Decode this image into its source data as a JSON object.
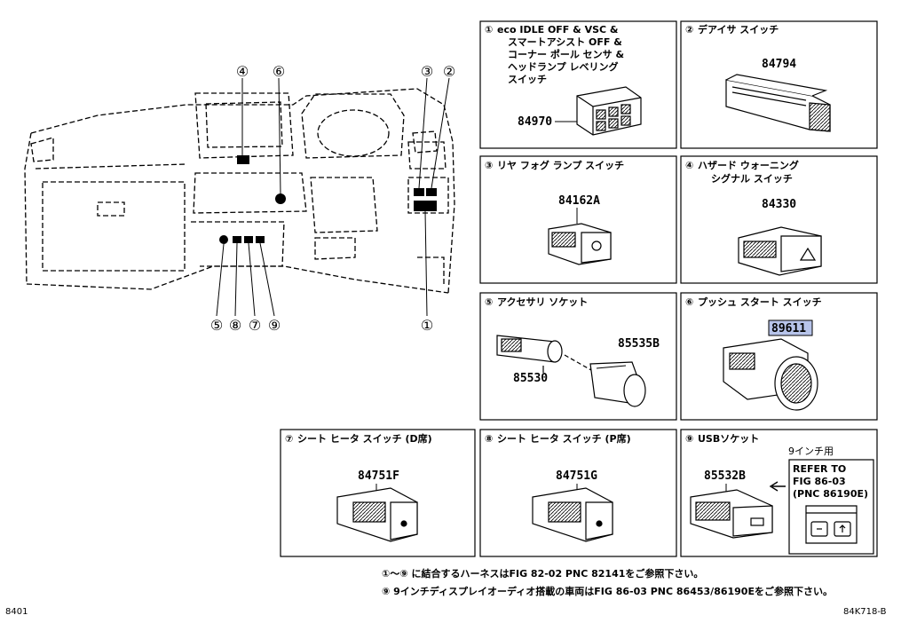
{
  "callouts": [
    "①",
    "②",
    "③",
    "④",
    "⑤",
    "⑥",
    "⑦",
    "⑧",
    "⑨"
  ],
  "panels": [
    {
      "num": "①",
      "title_lines": [
        "eco IDLE OFF & VSC &",
        "スマートアシスト OFF &",
        "コーナー ポール センサ &",
        "ヘッドランプ レベリング",
        "スイッチ"
      ],
      "parts": [
        "84970"
      ]
    },
    {
      "num": "②",
      "title_lines": [
        "デアイサ スイッチ"
      ],
      "parts": [
        "84794"
      ]
    },
    {
      "num": "③",
      "title_lines": [
        "リヤ フォグ ランプ スイッチ"
      ],
      "parts": [
        "84162A"
      ]
    },
    {
      "num": "④",
      "title_lines": [
        "ハザード ウォーニング",
        "シグナル スイッチ"
      ],
      "parts": [
        "84330"
      ]
    },
    {
      "num": "⑤",
      "title_lines": [
        "アクセサリ ソケット"
      ],
      "parts": [
        "85535B",
        "85530"
      ]
    },
    {
      "num": "⑥",
      "title_lines": [
        "プッシュ スタート スイッチ"
      ],
      "parts": [
        "89611"
      ]
    },
    {
      "num": "⑦",
      "title_lines": [
        "シート ヒータ スイッチ (D席)"
      ],
      "parts": [
        "84751F"
      ]
    },
    {
      "num": "⑧",
      "title_lines": [
        "シート ヒータ スイッチ (P席)"
      ],
      "parts": [
        "84751G"
      ]
    },
    {
      "num": "⑨",
      "title_lines": [
        "USBソケット"
      ],
      "parts": [
        "85532B"
      ],
      "inset_label": "9インチ用",
      "refer_lines": [
        "REFER TO",
        "FIG 86-03",
        "(PNC 86190E)"
      ]
    }
  ],
  "notes": [
    "①～⑨ に結合するハーネスはFIG 82-02 PNC 82141をご参照下さい。",
    "⑨ 9インチディスプレイオーディオ搭載の車両はFIG 86-03 PNC 86453/86190Eをご参照下さい。"
  ],
  "page_code": "8401",
  "figure_code": "84K718-B",
  "highlight_color": "#b7c4ea"
}
